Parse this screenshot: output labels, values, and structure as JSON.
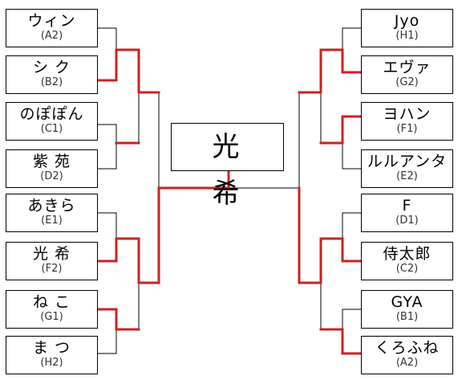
{
  "bracket": {
    "champion": "光　希",
    "colors": {
      "line": "#000000",
      "winner_path": "#cc2222"
    },
    "left": [
      {
        "name": "ウィン",
        "seed": "(A2)"
      },
      {
        "name": "シ ク",
        "seed": "(B2)"
      },
      {
        "name": "のぽぽん",
        "seed": "(C1)"
      },
      {
        "name": "紫 苑",
        "seed": "(D2)"
      },
      {
        "name": "あきら",
        "seed": "(E1)"
      },
      {
        "name": "光 希",
        "seed": "(F2)"
      },
      {
        "name": "ね こ",
        "seed": "(G1)"
      },
      {
        "name": "ま つ",
        "seed": "(H2)"
      }
    ],
    "right": [
      {
        "name": "Jyo",
        "seed": "(H1)"
      },
      {
        "name": "エヴァ",
        "seed": "(G2)"
      },
      {
        "name": "ヨハン",
        "seed": "(F1)"
      },
      {
        "name": "ルルアンタ",
        "seed": "(E2)"
      },
      {
        "name": "F",
        "seed": "(D1)"
      },
      {
        "name": "侍太郎",
        "seed": "(C2)"
      },
      {
        "name": "GYA",
        "seed": "(B1)"
      },
      {
        "name": "くろふね",
        "seed": "(A2)"
      }
    ]
  }
}
